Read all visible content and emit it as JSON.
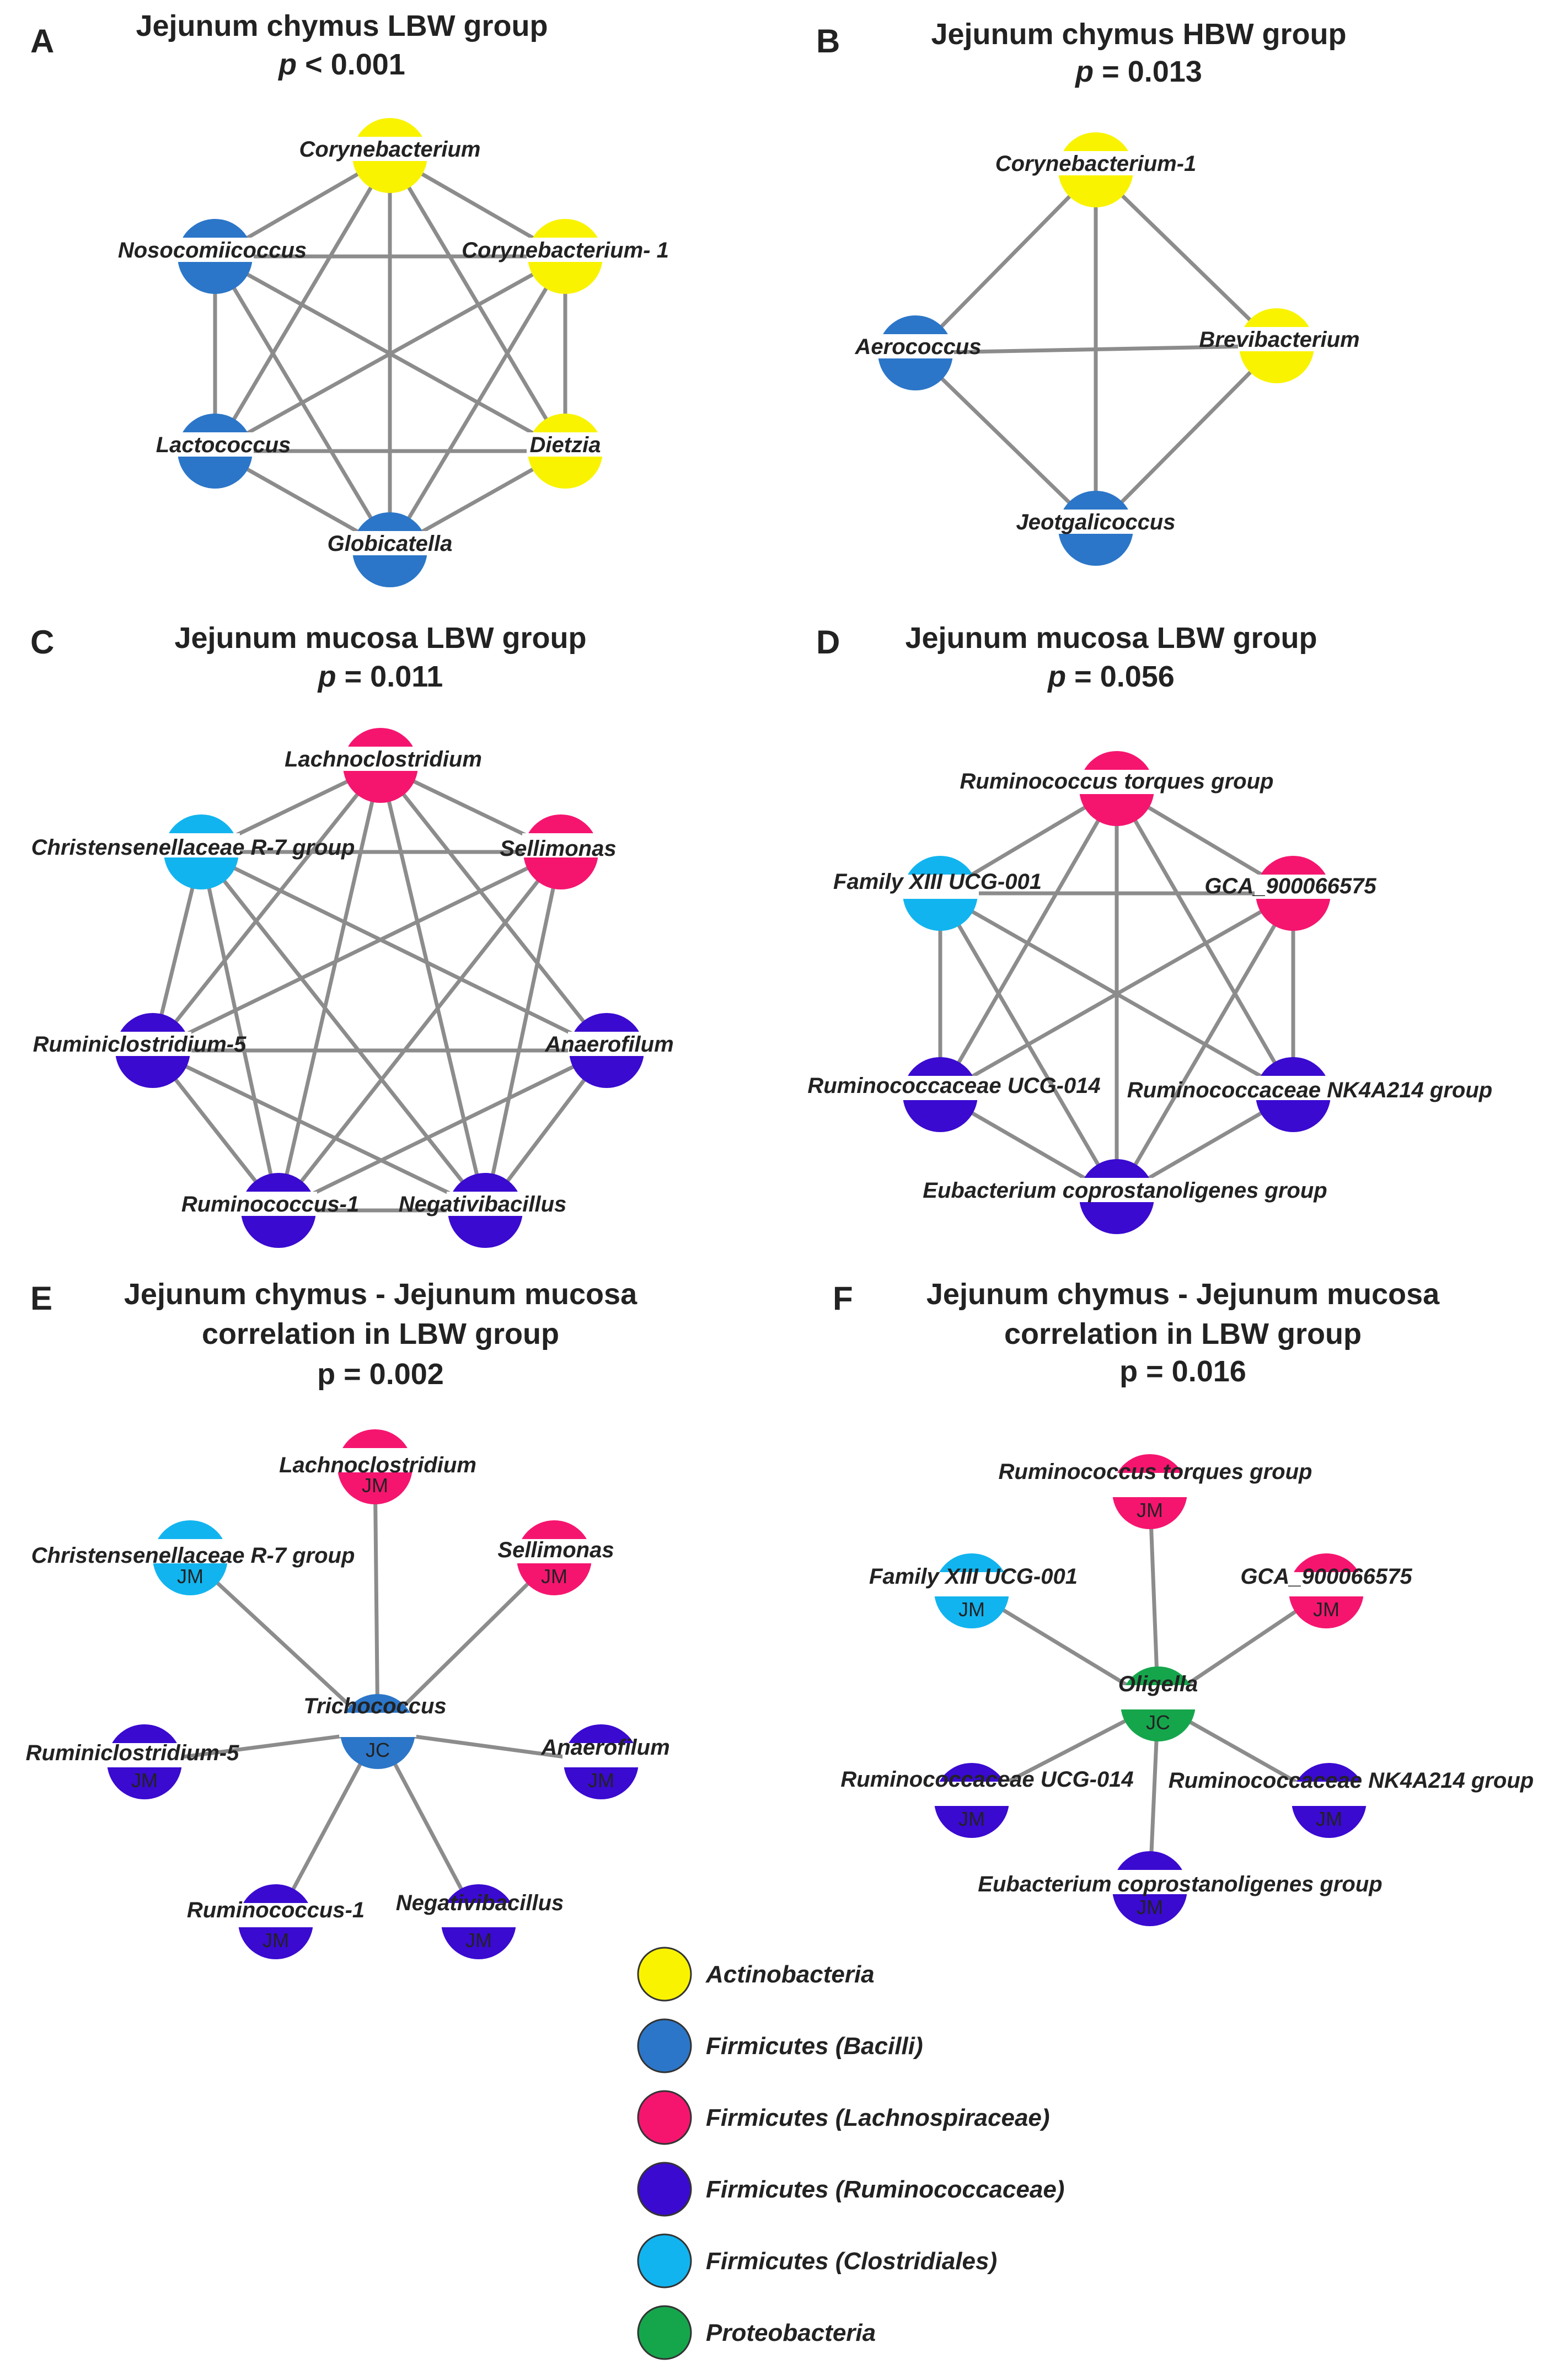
{
  "colors": {
    "Actinobacteria": "#f9f300",
    "Bacilli": "#2b76c8",
    "Lachnospiraceae": "#f5156f",
    "Ruminococcaceae": "#3a0ad0",
    "Clostridiales": "#12b4ef",
    "Proteobacteria": "#15a64c",
    "edge": "#8c8c8c"
  },
  "panels": [
    {
      "id": "A",
      "letter": "A",
      "title_lines": [
        "Jejunum chymus LBW group"
      ],
      "p": "< 0.001",
      "nodes": [
        {
          "id": "cory",
          "label": "Corynebacterium",
          "group": "Actinobacteria",
          "tag": ""
        },
        {
          "id": "cory1",
          "label": "Corynebacterium- 1",
          "group": "Actinobacteria",
          "tag": ""
        },
        {
          "id": "diet",
          "label": "Dietzia",
          "group": "Actinobacteria",
          "tag": ""
        },
        {
          "id": "glob",
          "label": "Globicatella",
          "group": "Bacilli",
          "tag": ""
        },
        {
          "id": "lact",
          "label": "Lactococcus",
          "group": "Bacilli",
          "tag": ""
        },
        {
          "id": "noso",
          "label": "Nosocomiicoccus",
          "group": "Bacilli",
          "tag": ""
        }
      ],
      "edges": [
        [
          "noso",
          "cory"
        ],
        [
          "noso",
          "cory1"
        ],
        [
          "noso",
          "lact"
        ],
        [
          "noso",
          "diet"
        ],
        [
          "noso",
          "glob"
        ],
        [
          "cory",
          "cory1"
        ],
        [
          "cory",
          "lact"
        ],
        [
          "cory",
          "diet"
        ],
        [
          "cory",
          "glob"
        ],
        [
          "cory1",
          "lact"
        ],
        [
          "cory1",
          "diet"
        ],
        [
          "cory1",
          "glob"
        ],
        [
          "lact",
          "diet"
        ],
        [
          "lact",
          "glob"
        ],
        [
          "diet",
          "glob"
        ]
      ]
    },
    {
      "id": "B",
      "letter": "B",
      "title_lines": [
        "Jejunum chymus HBW group"
      ],
      "p": "= 0.013",
      "nodes": [
        {
          "id": "cory1",
          "label": "Corynebacterium-1",
          "group": "Actinobacteria",
          "tag": ""
        },
        {
          "id": "brev",
          "label": "Brevibacterium",
          "group": "Actinobacteria",
          "tag": ""
        },
        {
          "id": "aero",
          "label": "Aerococcus",
          "group": "Bacilli",
          "tag": ""
        },
        {
          "id": "jeot",
          "label": "Jeotgalicoccus",
          "group": "Bacilli",
          "tag": ""
        }
      ],
      "edges": [
        [
          "cory1",
          "aero"
        ],
        [
          "cory1",
          "brev"
        ],
        [
          "cory1",
          "jeot"
        ],
        [
          "aero",
          "brev"
        ],
        [
          "aero",
          "jeot"
        ],
        [
          "brev",
          "jeot"
        ]
      ]
    },
    {
      "id": "C",
      "letter": "C",
      "title_lines": [
        "Jejunum mucosa LBW group"
      ],
      "p": "= 0.011",
      "nodes": [
        {
          "id": "lach",
          "label": "Lachnoclostridium",
          "group": "Lachnospiraceae",
          "tag": ""
        },
        {
          "id": "sell",
          "label": "Sellimonas",
          "group": "Lachnospiraceae",
          "tag": ""
        },
        {
          "id": "anae",
          "label": "Anaerofilum",
          "group": "Ruminococcaceae",
          "tag": ""
        },
        {
          "id": "nega",
          "label": "Negativibacillus",
          "group": "Ruminococcaceae",
          "tag": ""
        },
        {
          "id": "rum1",
          "label": "Ruminococcus-1",
          "group": "Ruminococcaceae",
          "tag": ""
        },
        {
          "id": "rum5",
          "label": "Ruminiclostridium-5",
          "group": "Ruminococcaceae",
          "tag": ""
        },
        {
          "id": "chri",
          "label": "Christensenellaceae R-7 group",
          "group": "Clostridiales",
          "tag": ""
        }
      ],
      "edges": [
        [
          "chri",
          "lach"
        ],
        [
          "chri",
          "sell"
        ],
        [
          "chri",
          "rum5"
        ],
        [
          "chri",
          "anae"
        ],
        [
          "chri",
          "rum1"
        ],
        [
          "chri",
          "nega"
        ],
        [
          "lach",
          "sell"
        ],
        [
          "lach",
          "rum5"
        ],
        [
          "lach",
          "rum1"
        ],
        [
          "lach",
          "nega"
        ],
        [
          "lach",
          "anae"
        ],
        [
          "sell",
          "rum5"
        ],
        [
          "sell",
          "rum1"
        ],
        [
          "sell",
          "nega"
        ],
        [
          "rum5",
          "anae"
        ],
        [
          "rum5",
          "rum1"
        ],
        [
          "rum5",
          "nega"
        ],
        [
          "anae",
          "rum1"
        ],
        [
          "anae",
          "nega"
        ],
        [
          "rum1",
          "nega"
        ]
      ]
    },
    {
      "id": "D",
      "letter": "D",
      "title_lines": [
        "Jejunum mucosa LBW group"
      ],
      "p": "= 0.056",
      "nodes": [
        {
          "id": "torq",
          "label": "Ruminococcus torques group",
          "group": "Lachnospiraceae",
          "tag": ""
        },
        {
          "id": "gca",
          "label": "GCA_900066575",
          "group": "Lachnospiraceae",
          "tag": ""
        },
        {
          "id": "nk4",
          "label": "Ruminococcaceae NK4A214 group",
          "group": "Ruminococcaceae",
          "tag": ""
        },
        {
          "id": "eub",
          "label": "Eubacterium coprostanoligenes group",
          "group": "Ruminococcaceae",
          "tag": ""
        },
        {
          "id": "ucg014",
          "label": "Ruminococcaceae UCG-014",
          "group": "Ruminococcaceae",
          "tag": ""
        },
        {
          "id": "fam",
          "label": "Family XIII UCG-001",
          "group": "Clostridiales",
          "tag": ""
        }
      ],
      "edges": [
        [
          "fam",
          "torq"
        ],
        [
          "fam",
          "gca"
        ],
        [
          "fam",
          "ucg014"
        ],
        [
          "fam",
          "nk4"
        ],
        [
          "fam",
          "eub"
        ],
        [
          "torq",
          "gca"
        ],
        [
          "torq",
          "ucg014"
        ],
        [
          "torq",
          "nk4"
        ],
        [
          "torq",
          "eub"
        ],
        [
          "gca",
          "ucg014"
        ],
        [
          "gca",
          "nk4"
        ],
        [
          "gca",
          "eub"
        ],
        [
          "ucg014",
          "eub"
        ],
        [
          "nk4",
          "eub"
        ]
      ]
    },
    {
      "id": "E",
      "letter": "E",
      "title_lines": [
        "Jejunum chymus - Jejunum mucosa",
        "correlation in LBW group"
      ],
      "p": "p = 0.002",
      "center": {
        "id": "tric",
        "label": "Trichococcus",
        "group": "Bacilli",
        "tag": "JC"
      },
      "nodes": [
        {
          "id": "lach",
          "label": "Lachnoclostridium",
          "group": "Lachnospiraceae",
          "tag": "JM"
        },
        {
          "id": "sell",
          "label": "Sellimonas",
          "group": "Lachnospiraceae",
          "tag": "JM"
        },
        {
          "id": "anae",
          "label": "Anaerofilum",
          "group": "Ruminococcaceae",
          "tag": "JM"
        },
        {
          "id": "nega",
          "label": "Negativibacillus",
          "group": "Ruminococcaceae",
          "tag": "JM"
        },
        {
          "id": "rum1",
          "label": "Ruminococcus-1",
          "group": "Ruminococcaceae",
          "tag": "JM"
        },
        {
          "id": "rum5",
          "label": "Ruminiclostridium-5",
          "group": "Ruminococcaceae",
          "tag": "JM"
        },
        {
          "id": "chri",
          "label": "Christensenellaceae R-7 group",
          "group": "Clostridiales",
          "tag": "JM"
        }
      ]
    },
    {
      "id": "F",
      "letter": "F",
      "title_lines": [
        "Jejunum chymus - Jejunum mucosa",
        "correlation in LBW group"
      ],
      "p": "p = 0.016",
      "center": {
        "id": "olig",
        "label": "Oligella",
        "group": "Proteobacteria",
        "tag": "JC"
      },
      "nodes": [
        {
          "id": "torq",
          "label": "Ruminococcus torques group",
          "group": "Lachnospiraceae",
          "tag": "JM"
        },
        {
          "id": "gca",
          "label": "GCA_900066575",
          "group": "Lachnospiraceae",
          "tag": "JM"
        },
        {
          "id": "nk4",
          "label": "Ruminococcaceae NK4A214 group",
          "group": "Ruminococcaceae",
          "tag": "JM"
        },
        {
          "id": "eub",
          "label": "Eubacterium coprostanoligenes group",
          "group": "Ruminococcaceae",
          "tag": "JM"
        },
        {
          "id": "ucg014",
          "label": "Ruminococcaceae UCG-014",
          "group": "Ruminococcaceae",
          "tag": "JM"
        },
        {
          "id": "fam",
          "label": "Family XIII UCG-001",
          "group": "Clostridiales",
          "tag": "JM"
        }
      ]
    }
  ],
  "legend": [
    {
      "group": "Actinobacteria",
      "label": "Actinobacteria"
    },
    {
      "group": "Bacilli",
      "label": "Firmicutes (Bacilli)"
    },
    {
      "group": "Lachnospiraceae",
      "label": "Firmicutes (Lachnospiraceae)"
    },
    {
      "group": "Ruminococcaceae",
      "label": "Firmicutes (Ruminococcaceae)"
    },
    {
      "group": "Clostridiales",
      "label": "Firmicutes (Clostridiales)"
    },
    {
      "group": "Proteobacteria",
      "label": "Proteobacteria"
    }
  ]
}
